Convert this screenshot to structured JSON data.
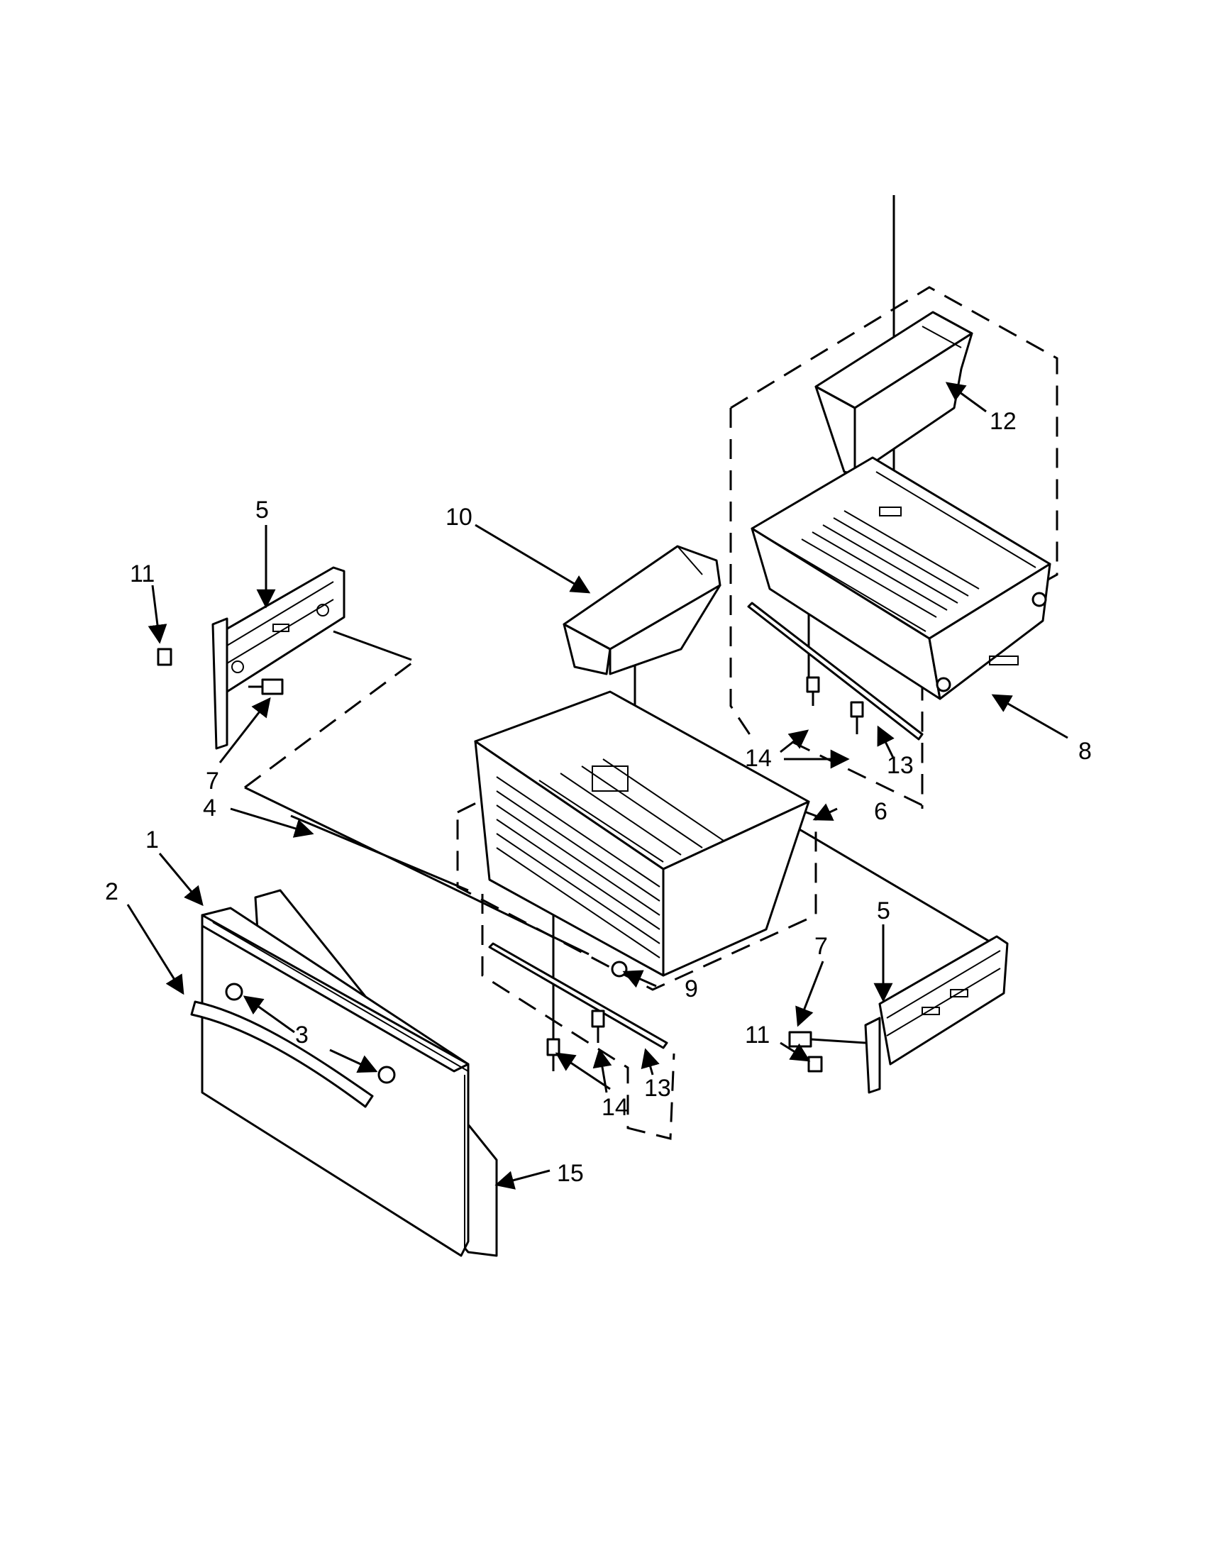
{
  "diagram": {
    "callouts": {
      "c1": "1",
      "c2": "2",
      "c3": "3",
      "c4": "4",
      "c5_left": "5",
      "c5_right": "5",
      "c6": "6",
      "c7_left": "7",
      "c7_right": "7",
      "c8": "8",
      "c9": "9",
      "c10": "10",
      "c11_left": "11",
      "c11_right": "11",
      "c12": "12",
      "c13_upper": "13",
      "c13_lower": "13",
      "c14_upper": "14",
      "c14_lower": "14",
      "c15": "15"
    }
  }
}
